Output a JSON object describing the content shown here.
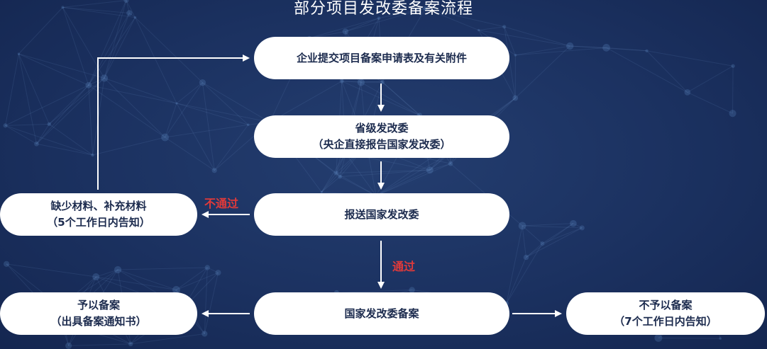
{
  "title": "部分项目发改委备案流程",
  "nodes": {
    "submit": {
      "line1": "企业提交项目备案申请表及有关附件"
    },
    "provincial": {
      "line1": "省级发改委",
      "line2": "（央企直接报告国家发改委）"
    },
    "report": {
      "line1": "报送国家发改委"
    },
    "supplement": {
      "line1": "缺少材料、补充材料",
      "line2": "（5个工作日内告知）"
    },
    "ndrc_filing": {
      "line1": "国家发改委备案"
    },
    "approve": {
      "line1": "予以备案",
      "line2": "（出具备案通知书）"
    },
    "reject": {
      "line1": "不予以备案",
      "line2": "（7个工作日内告知）"
    }
  },
  "edge_labels": {
    "fail": "不通过",
    "pass": "通过"
  },
  "colors": {
    "accent_red": "#e03a3a",
    "node_text": "#1c2b4e",
    "arrow": "#ffffff"
  }
}
